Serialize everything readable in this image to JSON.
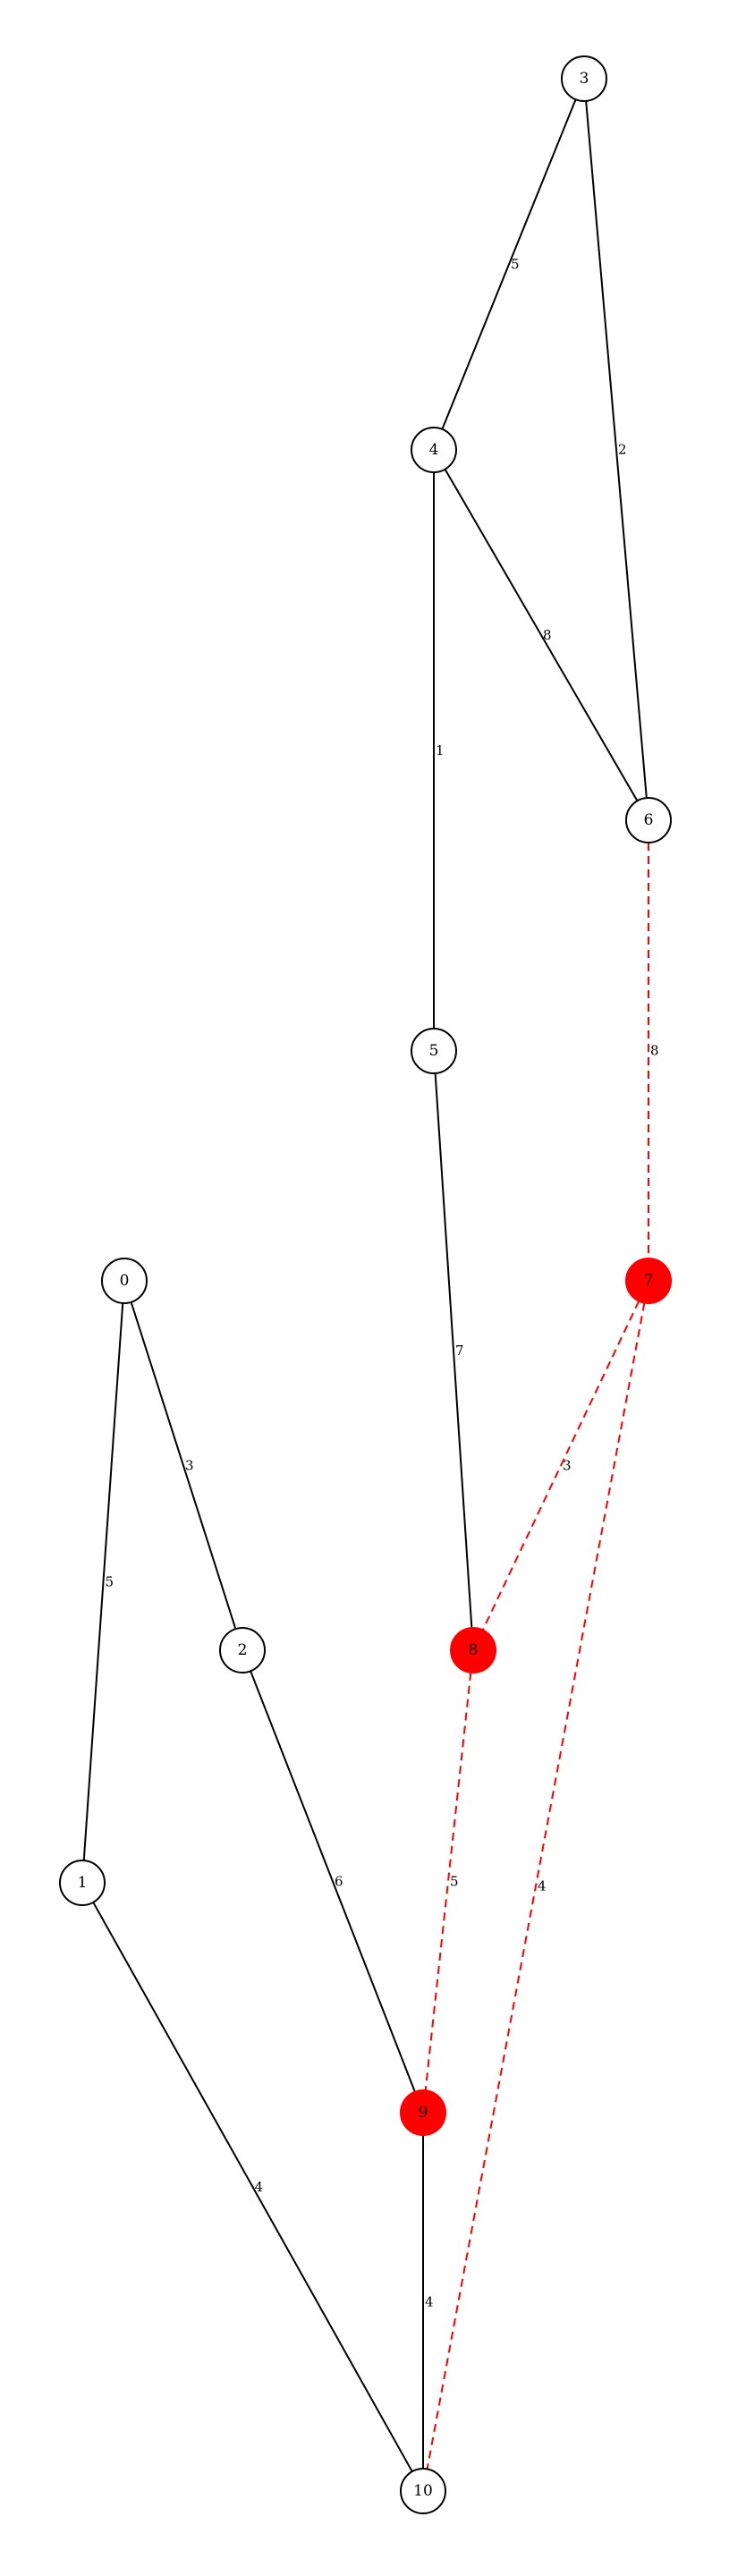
{
  "colors": {
    "normal_stroke": "#000000",
    "normal_fill": "#ffffff",
    "highlight": "#ff0000",
    "label_text": "#000000"
  },
  "graph": {
    "nodes": [
      {
        "id": "0",
        "label": "0",
        "highlighted": false
      },
      {
        "id": "1",
        "label": "1",
        "highlighted": false
      },
      {
        "id": "2",
        "label": "2",
        "highlighted": false
      },
      {
        "id": "3",
        "label": "3",
        "highlighted": false
      },
      {
        "id": "4",
        "label": "4",
        "highlighted": false
      },
      {
        "id": "5",
        "label": "5",
        "highlighted": false
      },
      {
        "id": "6",
        "label": "6",
        "highlighted": false
      },
      {
        "id": "7",
        "label": "7",
        "highlighted": true
      },
      {
        "id": "8",
        "label": "8",
        "highlighted": true
      },
      {
        "id": "9",
        "label": "9",
        "highlighted": true
      },
      {
        "id": "10",
        "label": "10",
        "highlighted": false
      }
    ],
    "edges": [
      {
        "from": "3",
        "to": "4",
        "weight": "5",
        "highlighted": false
      },
      {
        "from": "3",
        "to": "6",
        "weight": "2",
        "highlighted": false
      },
      {
        "from": "4",
        "to": "6",
        "weight": "8",
        "highlighted": false
      },
      {
        "from": "4",
        "to": "5",
        "weight": "1",
        "highlighted": false
      },
      {
        "from": "6",
        "to": "7",
        "weight": "8",
        "highlighted": true
      },
      {
        "from": "5",
        "to": "8",
        "weight": "7",
        "highlighted": false
      },
      {
        "from": "7",
        "to": "8",
        "weight": "3",
        "highlighted": true
      },
      {
        "from": "0",
        "to": "1",
        "weight": "5",
        "highlighted": false
      },
      {
        "from": "0",
        "to": "2",
        "weight": "3",
        "highlighted": false
      },
      {
        "from": "2",
        "to": "9",
        "weight": "6",
        "highlighted": false
      },
      {
        "from": "8",
        "to": "9",
        "weight": "5",
        "highlighted": true
      },
      {
        "from": "7",
        "to": "10",
        "weight": "4",
        "highlighted": true
      },
      {
        "from": "1",
        "to": "10",
        "weight": "4",
        "highlighted": false
      },
      {
        "from": "9",
        "to": "10",
        "weight": "4",
        "highlighted": false
      }
    ]
  }
}
